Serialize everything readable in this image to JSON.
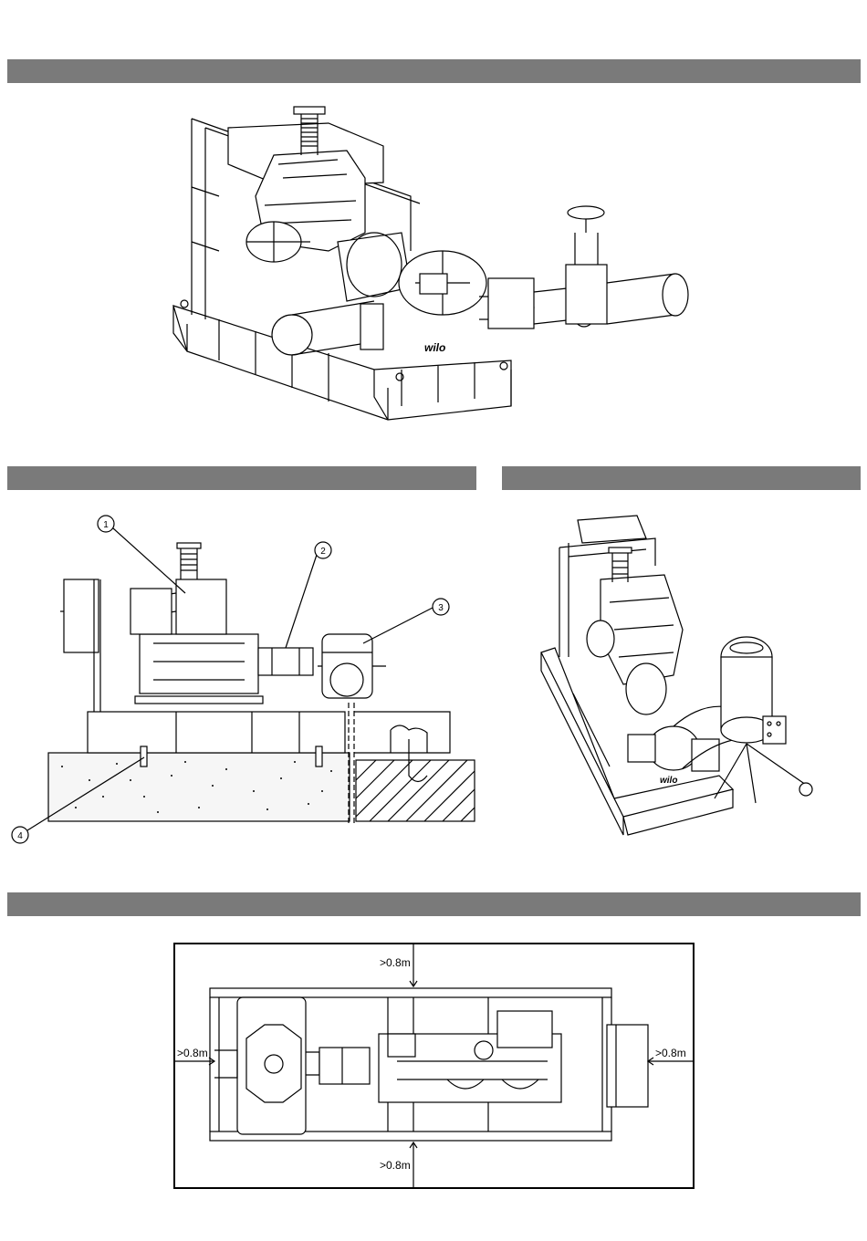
{
  "header_bars": {
    "fig1": "",
    "fig2": "",
    "fig3": "",
    "fig4": ""
  },
  "figure1": {
    "brand_mark": "wilo"
  },
  "figure2": {
    "callouts": [
      "1",
      "2",
      "3",
      "4"
    ]
  },
  "figure3": {
    "brand_mark": "wilo"
  },
  "figure4": {
    "clearance_top": ">0.8m",
    "clearance_left": ">0.8m",
    "clearance_right": ">0.8m",
    "clearance_bottom": ">0.8m"
  }
}
